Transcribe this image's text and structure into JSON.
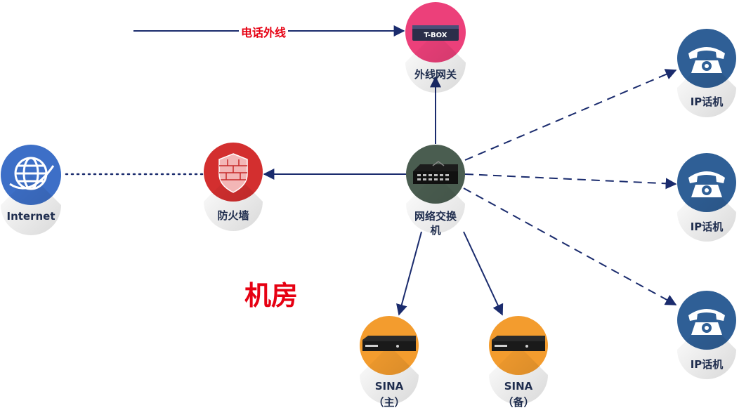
{
  "edges": {
    "pstn_line_label": "电话外线"
  },
  "nodes": {
    "tbox": {
      "label": "外线网关",
      "device_text": "T-BOX",
      "color": "#ec407a"
    },
    "switch": {
      "label_line1": "网络交换",
      "label_line2": "机",
      "color": "#4a5d50"
    },
    "firewall": {
      "label": "防火墙",
      "color": "#d32f2f"
    },
    "internet": {
      "label": "Internet",
      "color": "#3d6fc7"
    },
    "ip_phone_1": {
      "label": "IP话机",
      "color": "#2f5f96"
    },
    "ip_phone_2": {
      "label": "IP话机",
      "color": "#2f5f96"
    },
    "ip_phone_3": {
      "label": "IP话机",
      "color": "#2f5f96"
    },
    "sina_main": {
      "label_line1": "SINA",
      "label_line2": "（主）",
      "color": "#f39c2e"
    },
    "sina_backup": {
      "label_line1": "SINA",
      "label_line2": "（备）",
      "color": "#f39c2e"
    }
  },
  "room_label": "机房",
  "colors": {
    "arrow": "#1a2b6d",
    "label": "#1f2d4e",
    "accent_red": "#e60012"
  }
}
